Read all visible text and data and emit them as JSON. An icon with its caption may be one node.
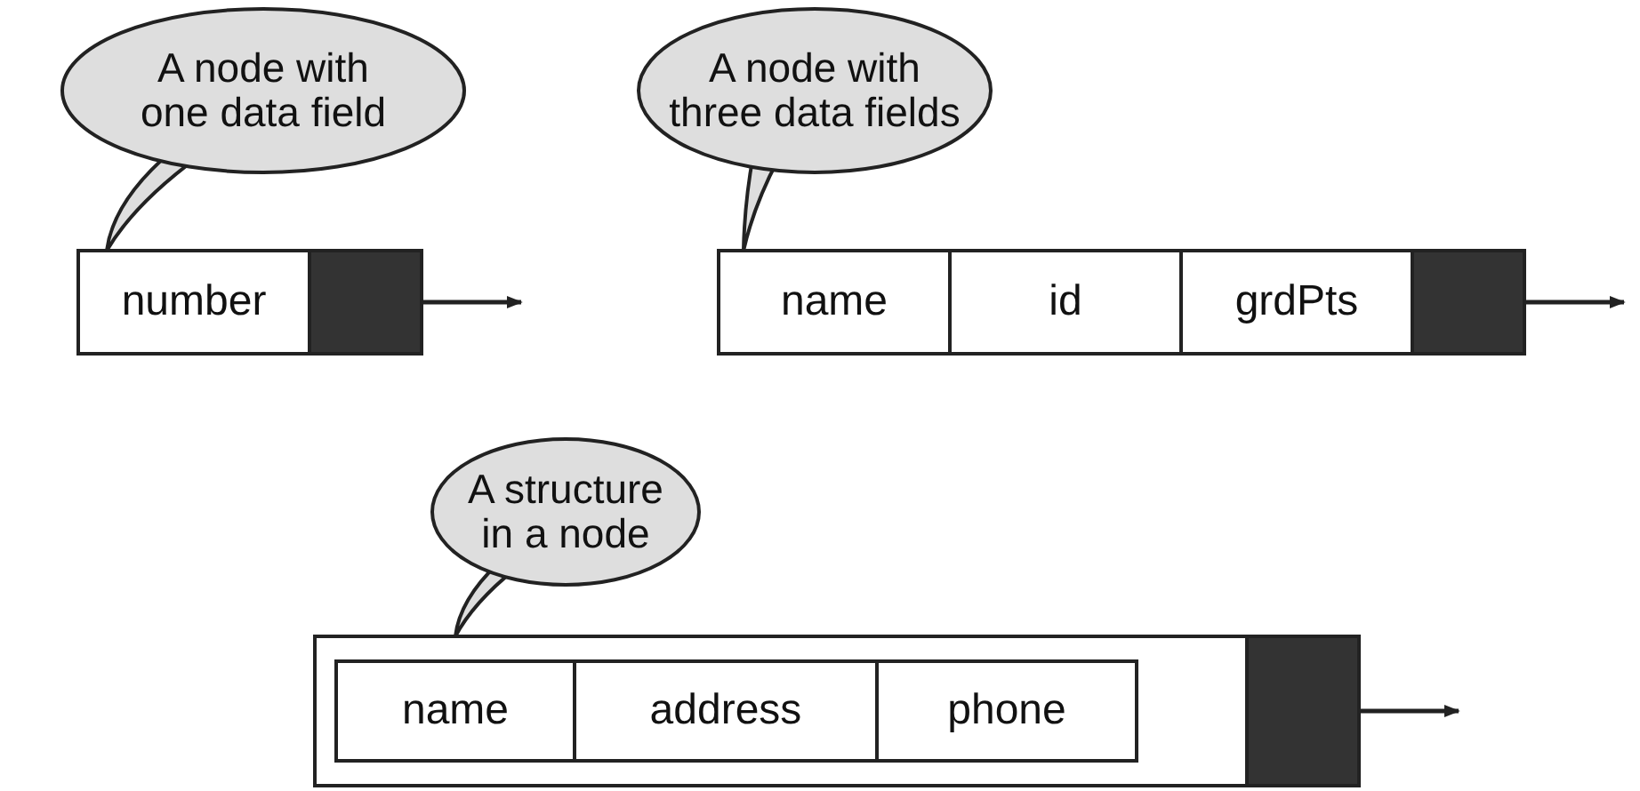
{
  "diagram": {
    "nodes": [
      {
        "text": [
          "A node with one data field"
        ]
      },
      {
        "text": [
          "number"
        ]
      },
      {
        "text": [],
        "shape": "box"
      },
      {
        "text": [
          "A node with three data fields"
        ]
      },
      {
        "text": [
          "name"
        ]
      },
      {
        "text": [
          "id"
        ]
      },
      {
        "text": [
          "grdPts"
        ]
      },
      {
        "text": [],
        "shape": "box"
      },
      {
        "text": [
          "A structure in a node"
        ]
      },
      {
        "text": [],
        "shape": "box"
      },
      {
        "text": [
          "name"
        ],
        "in": 9
      },
      {
        "text": [
          "address"
        ],
        "in": 9
      },
      {
        "text": [
          "phone"
        ],
        "in": 9
      },
      {
        "text": [],
        "shape": "box"
      }
    ],
    "edges": [
      {
        "from": 0,
        "to": 1,
        "arrow": "none"
      },
      {
        "from": 2,
        "to": null,
        "arrow": "to"
      },
      {
        "from": 3,
        "to": 4,
        "arrow": "none"
      },
      {
        "from": 7,
        "to": null,
        "arrow": "to"
      },
      {
        "from": 8,
        "to": 9,
        "arrow": "none"
      },
      {
        "from": 13,
        "to": null,
        "arrow": "to"
      }
    ]
  }
}
